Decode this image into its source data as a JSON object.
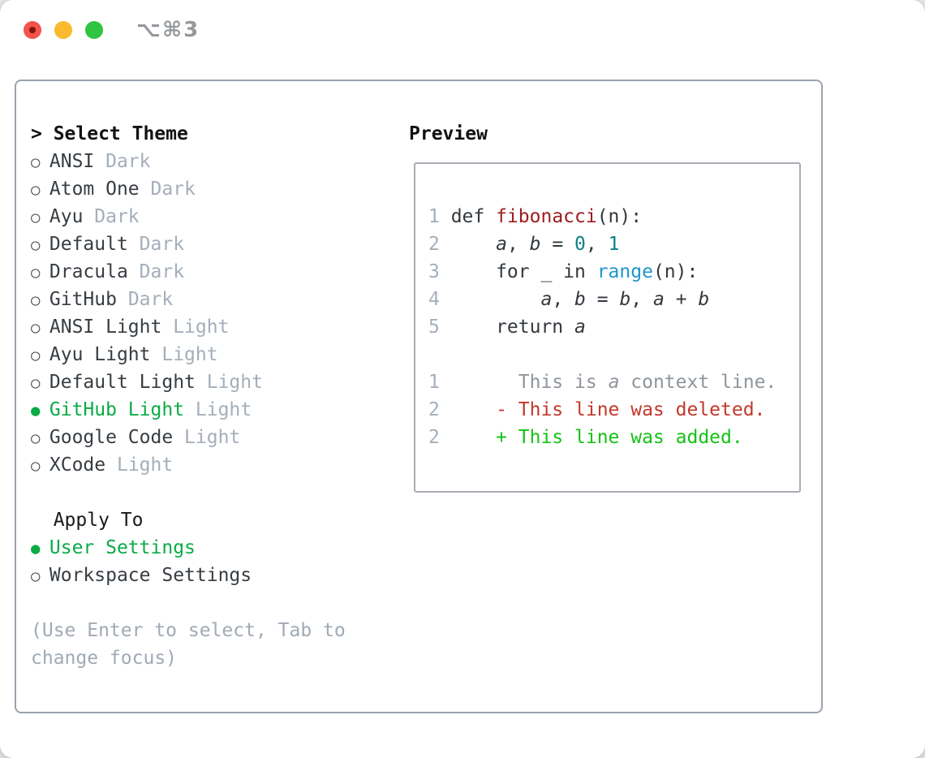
{
  "window": {
    "title": "⌥⌘3"
  },
  "titlebar": {
    "buttons": [
      {
        "name": "close",
        "color": "#f4534b"
      },
      {
        "name": "minimize",
        "color": "#f9bb2d"
      },
      {
        "name": "zoom",
        "color": "#30c541"
      }
    ]
  },
  "colors": {
    "accent_green": "#0aab46",
    "muted_gray": "#a4aeb9",
    "panel_border": "#9aa3ad",
    "function_red": "#9e1b1f",
    "number_teal": "#0d7f85",
    "builtin_blue": "#1e96cb",
    "diff_deleted_red": "#c4382a",
    "diff_added_green": "#14c214",
    "context_gray": "#8f959b"
  },
  "theme_picker": {
    "prompt": ">",
    "title": "Select Theme",
    "themes": [
      {
        "name": "ANSI",
        "tag": "Dark",
        "selected": false
      },
      {
        "name": "Atom One",
        "tag": "Dark",
        "selected": false
      },
      {
        "name": "Ayu",
        "tag": "Dark",
        "selected": false
      },
      {
        "name": "Default",
        "tag": "Dark",
        "selected": false
      },
      {
        "name": "Dracula",
        "tag": "Dark",
        "selected": false
      },
      {
        "name": "GitHub",
        "tag": "Dark",
        "selected": false
      },
      {
        "name": "ANSI Light",
        "tag": "Light",
        "selected": false
      },
      {
        "name": "Ayu Light",
        "tag": "Light",
        "selected": false
      },
      {
        "name": "Default Light",
        "tag": "Light",
        "selected": false
      },
      {
        "name": "GitHub Light",
        "tag": "Light",
        "selected": true
      },
      {
        "name": "Google Code",
        "tag": "Light",
        "selected": false
      },
      {
        "name": "XCode",
        "tag": "Light",
        "selected": false
      }
    ],
    "apply_to": {
      "title": "Apply To",
      "options": [
        {
          "label": "User Settings",
          "selected": true
        },
        {
          "label": "Workspace Settings",
          "selected": false
        }
      ]
    },
    "hint_lines": [
      "(Use Enter to select, Tab to",
      "change focus)"
    ]
  },
  "preview": {
    "title": "Preview",
    "code_lines": [
      {
        "num": "1",
        "parts": [
          {
            "t": "def ",
            "s": "plain"
          },
          {
            "t": "fibonacci",
            "s": "func"
          },
          {
            "t": "(n):",
            "s": "plain"
          }
        ]
      },
      {
        "num": "2",
        "parts": [
          {
            "t": "    ",
            "s": "plain"
          },
          {
            "t": "a",
            "s": "var"
          },
          {
            "t": ", ",
            "s": "plain"
          },
          {
            "t": "b",
            "s": "var"
          },
          {
            "t": " = ",
            "s": "plain"
          },
          {
            "t": "0",
            "s": "num"
          },
          {
            "t": ", ",
            "s": "plain"
          },
          {
            "t": "1",
            "s": "num"
          }
        ]
      },
      {
        "num": "3",
        "parts": [
          {
            "t": "    for _ in ",
            "s": "plain"
          },
          {
            "t": "range",
            "s": "builtin"
          },
          {
            "t": "(n):",
            "s": "plain"
          }
        ]
      },
      {
        "num": "4",
        "parts": [
          {
            "t": "        ",
            "s": "plain"
          },
          {
            "t": "a",
            "s": "var"
          },
          {
            "t": ", ",
            "s": "plain"
          },
          {
            "t": "b",
            "s": "var"
          },
          {
            "t": " = ",
            "s": "plain"
          },
          {
            "t": "b",
            "s": "var"
          },
          {
            "t": ", ",
            "s": "plain"
          },
          {
            "t": "a",
            "s": "var"
          },
          {
            "t": " + ",
            "s": "plain"
          },
          {
            "t": "b",
            "s": "var"
          }
        ]
      },
      {
        "num": "5",
        "parts": [
          {
            "t": "    return ",
            "s": "plain"
          },
          {
            "t": "a",
            "s": "var"
          }
        ]
      },
      {
        "num": "",
        "parts": []
      },
      {
        "num": "1",
        "parts": [
          {
            "t": "      This is ",
            "s": "ctx"
          },
          {
            "t": "a",
            "s": "ctx-var"
          },
          {
            "t": " context line.",
            "s": "ctx"
          }
        ]
      },
      {
        "num": "2",
        "parts": [
          {
            "t": "    - This line was deleted.",
            "s": "del"
          }
        ]
      },
      {
        "num": "2",
        "parts": [
          {
            "t": "    + This line was added.",
            "s": "add"
          }
        ]
      }
    ]
  }
}
